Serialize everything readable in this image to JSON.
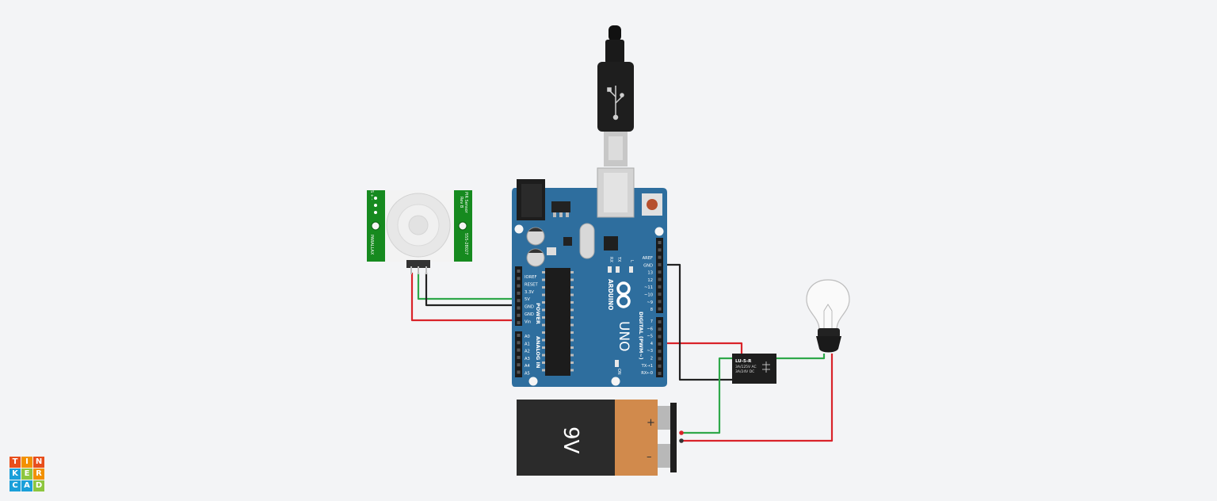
{
  "logo": {
    "letters": [
      "T",
      "I",
      "N",
      "K",
      "E",
      "R",
      "C",
      "A",
      "D"
    ],
    "colors": [
      "#e84e1b",
      "#f29100",
      "#e84e1b",
      "#1a9fd9",
      "#8dc63f",
      "#f29100",
      "#1a9fd9",
      "#1a9fd9",
      "#8dc63f"
    ]
  },
  "pir": {
    "title": "PIR Sensor",
    "rev": "Rev B",
    "part": "555-28027",
    "brand": "PARALLAX",
    "pins": "S + -"
  },
  "arduino": {
    "brand": "ARDUINO",
    "model": "UNO",
    "power_label": "POWER",
    "analog_label": "ANALOG IN",
    "digital_label": "DIGITAL (PWM~)",
    "on_label": "ON",
    "tx_label": "TX",
    "rx_label": "RX",
    "l_label": "L",
    "power_pins": [
      "IOREF",
      "RESET",
      "3.3V",
      "5V",
      "GND",
      "GND",
      "Vin"
    ],
    "analog_pins": [
      "A0",
      "A1",
      "A2",
      "A3",
      "A4",
      "A5"
    ],
    "digital_pins_top": [
      "AREF",
      "GND",
      "13",
      "12",
      "~11",
      "~10",
      "~9",
      "8"
    ],
    "digital_pins_bottom": [
      "7",
      "~6",
      "~5",
      "4",
      "~3",
      "2",
      "TX→1",
      "RX←0"
    ]
  },
  "relay": {
    "model": "LU-5-R",
    "rating1": "3A/125V AC",
    "rating2": "3A/24V DC"
  },
  "battery": {
    "label": "9V",
    "plus": "+",
    "minus": "–"
  },
  "colors": {
    "board": "#2e6e9e",
    "pir_board": "#168a1f",
    "wire_red": "#d9232a",
    "wire_green": "#2fa84a",
    "wire_black": "#222222",
    "battery_orange": "#d18a4c",
    "battery_dark": "#2b2b2b"
  }
}
